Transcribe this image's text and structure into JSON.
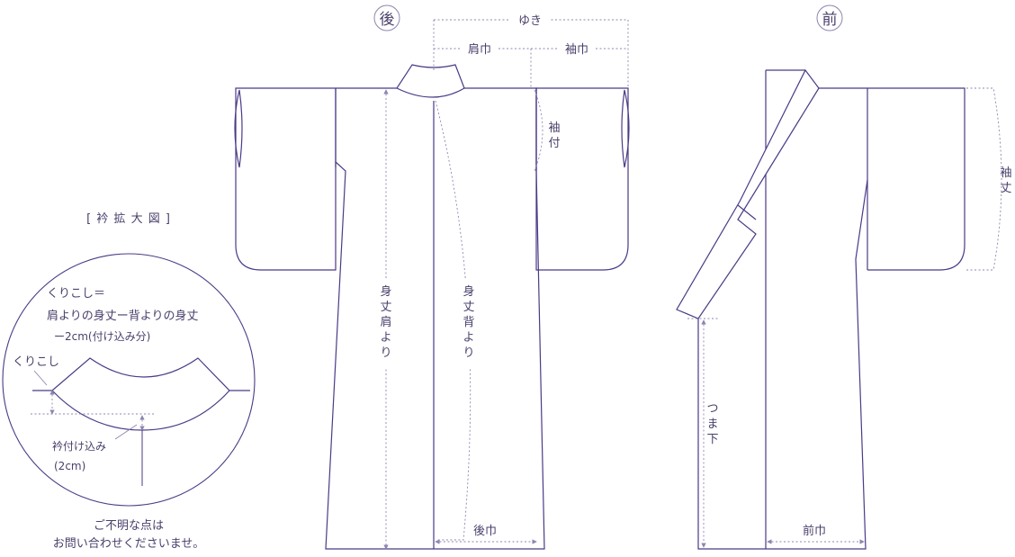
{
  "back": {
    "title": "後",
    "yuki": "ゆき",
    "katahaba": "肩巾",
    "sodehaba": "袖巾",
    "sodetsuke": [
      "袖",
      "付"
    ],
    "mitake_kata": [
      "身",
      "丈",
      "肩",
      "よ",
      "り"
    ],
    "mitake_se": [
      "身",
      "丈",
      "背",
      "よ",
      "り"
    ],
    "ushirohaba": "後巾"
  },
  "front": {
    "title": "前",
    "sodetake": [
      "袖",
      "丈"
    ],
    "tsumashita": [
      "つ",
      "ま",
      "下"
    ],
    "maehaba": "前巾"
  },
  "detail": {
    "title": "[ 衿 拡 大 図 ]",
    "formula_1": "くりこし＝",
    "formula_2": "肩よりの身丈ー背よりの身丈",
    "formula_3": "ー2cm(付け込み分)",
    "kurikoshi": "くりこし",
    "eri_tsukekomi": "衿付け込み",
    "eri_tsukekomi_value": "(2cm)"
  },
  "note": {
    "line_1": "ご不明な点は",
    "line_2": "お問い合わせくださいませ。"
  },
  "colors": {
    "outline": "#4b3a86",
    "dimension": "#8d86b0",
    "text": "#4a3f6b"
  }
}
